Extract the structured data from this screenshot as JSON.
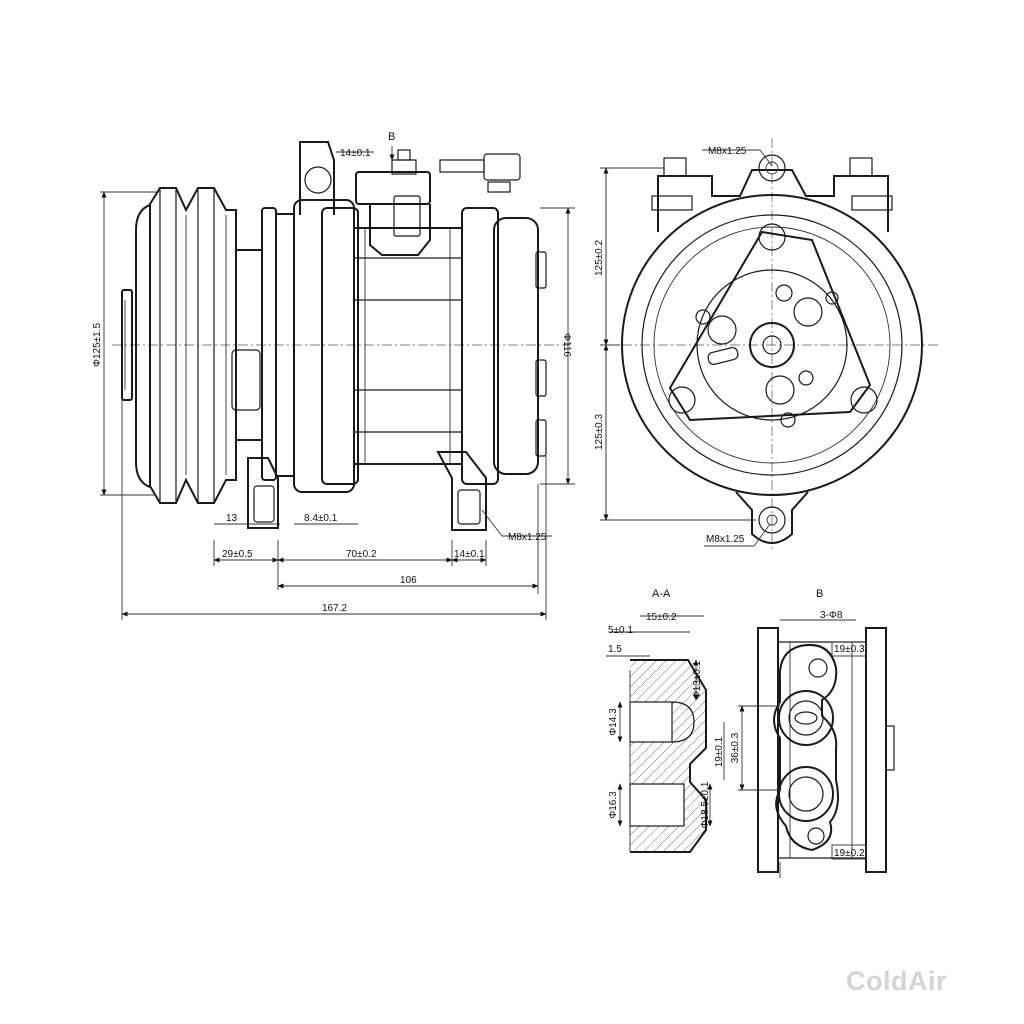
{
  "side_view": {
    "section_marker": "B",
    "dims": {
      "top_flange": "14±0.1",
      "pulley_height": "Φ125±1.5",
      "body_height": "Φ116",
      "left_small": "13",
      "mid_small": "8.4±0.1",
      "thread": "M8x1.25",
      "foot_left": "29±0.5",
      "foot_span": "70±0.2",
      "foot_right": "14±0.1",
      "length_inner": "106",
      "length_total": "167.2"
    }
  },
  "front_view": {
    "thread_top": "M8x1.25",
    "thread_bottom": "M8x1.25",
    "upper_height": "125±0.2",
    "lower_height": "125±0.3"
  },
  "section_aa": {
    "title": "A-A",
    "dims": {
      "w1": "5±0.1",
      "w2": "15±0.2",
      "d1": "1.5",
      "h1": "Φ13±0.1",
      "h2": "Φ14.3",
      "h3": "Φ18.5±0.1",
      "h4": "Φ16.3"
    }
  },
  "view_b": {
    "title": "B",
    "dims": {
      "top": "3-Φ8",
      "d1": "19±0.3",
      "span": "36±0.3",
      "inner": "19±0.1",
      "bottom": "19±0.2"
    }
  },
  "watermark": "ColdAir"
}
